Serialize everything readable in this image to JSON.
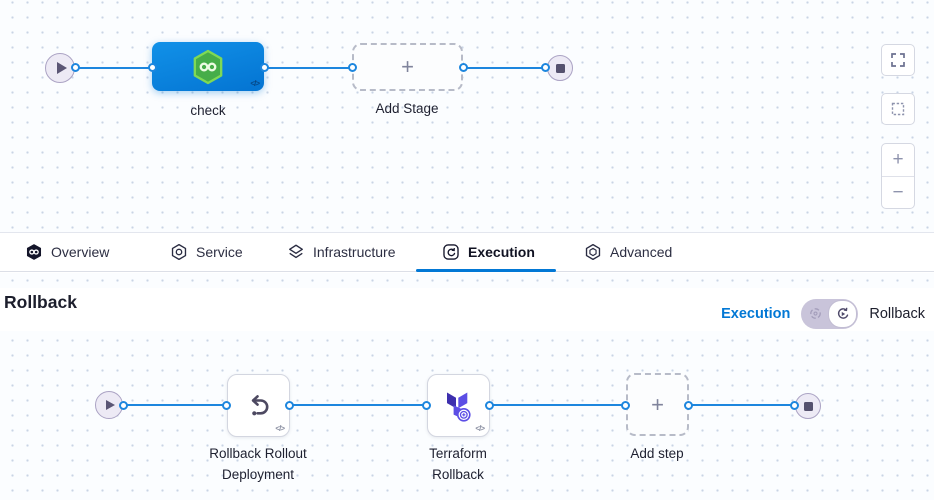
{
  "top_canvas": {
    "stage": {
      "label": "check"
    },
    "add_stage": {
      "label": "Add Stage"
    }
  },
  "tabbar": {
    "tabs": [
      {
        "label": "Overview",
        "icon": "harness-hexagon-icon",
        "active": false
      },
      {
        "label": "Service",
        "icon": "service-target-icon",
        "active": false
      },
      {
        "label": "Infrastructure",
        "icon": "layers-diamond-icon",
        "active": false
      },
      {
        "label": "Execution",
        "icon": "execution-cycle-icon",
        "active": true
      },
      {
        "label": "Advanced",
        "icon": "advanced-hexagon-icon",
        "active": false
      }
    ]
  },
  "rollback": {
    "title": "Rollback",
    "execution_link": "Execution",
    "rollback_label": "Rollback",
    "pipeline": {
      "steps": [
        {
          "label": "Rollback Rollout Deployment",
          "icon": "undo-arrow-icon"
        },
        {
          "label": "Terraform Rollback",
          "icon": "terraform-icon"
        }
      ],
      "add_step_label": "Add step"
    }
  },
  "icons": {
    "code_badge": "</>",
    "plus": "+",
    "zoom_in": "+",
    "zoom_out": "−"
  },
  "colors": {
    "accent_blue": "#0278d5",
    "edge_blue": "#1d86de",
    "stage_blue": "#0b83de",
    "harness_green": "#46ad49",
    "terraform_purple": "#5c4ee5",
    "terraform_dark": "#3d2fae"
  }
}
